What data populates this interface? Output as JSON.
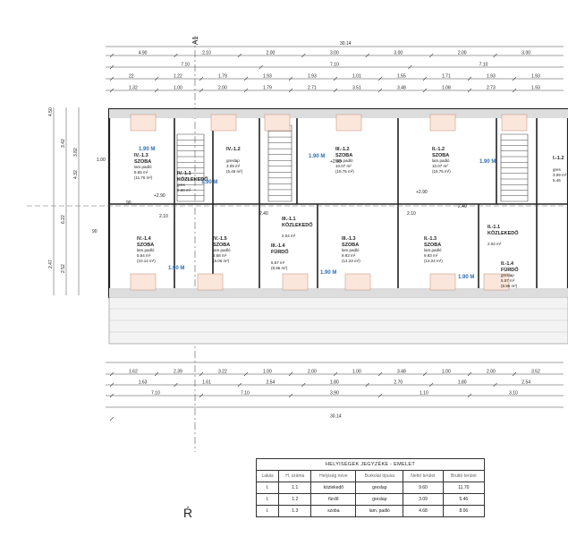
{
  "axis": {
    "label": "A1",
    "north_mark": "Ŕ"
  },
  "overall_dim": "30.14",
  "top_dims": {
    "row1": [
      "4.90",
      "2.10",
      "2.00",
      "3.00",
      "3.00",
      "2.00",
      "3.00"
    ],
    "row2": [
      "7.10",
      "7.10",
      "7.10"
    ],
    "row3": [
      "22",
      "1.22",
      "1.79",
      "1.93",
      "1.93",
      "1.01",
      "1.55",
      "1.71",
      "1.93",
      "1.93"
    ],
    "row4": [
      "1.32",
      "1.00",
      "2.00",
      "1.79",
      "2.71",
      "3.51",
      "3.48",
      "1.08",
      "2.73",
      "1.93"
    ]
  },
  "left_dims": [
    "4.50",
    "3.42",
    "3.82",
    "2.47",
    "2.52",
    "4.32",
    "6.22"
  ],
  "bottom_dims": {
    "row1": [
      "1.62",
      "2.39",
      "3.22",
      "1.00",
      "2.00",
      "1.00",
      "3.48",
      "1.00",
      "2.00",
      "3.52"
    ],
    "row2": [
      "1.63",
      "1.61",
      "2.54",
      "1.80",
      "2.70",
      "1.80",
      "2.54"
    ],
    "row3": [
      "7.10",
      "7.10",
      "3.90",
      "1.10",
      "3.10"
    ],
    "row4": [
      "30.14"
    ]
  },
  "rooms": [
    {
      "id": "IV.-1.3",
      "type": "SZOBA",
      "floor": "lam.padló",
      "net": "8.65 m²",
      "gross": "(11.76 m²)"
    },
    {
      "id": "IV.-1.1",
      "type": "KÖZLEKEDŐ",
      "floor": "gres",
      "net": "9.60 m²",
      "gross": ""
    },
    {
      "id": "IV.-1.2",
      "type": "",
      "floor": "greslap",
      "net": "3.09 m²",
      "gross": "(5.46 m²)"
    },
    {
      "id": "III.-1.2",
      "type": "SZOBA",
      "floor": "lam.padló",
      "net": "10.07 m²",
      "gross": "(15.75 m²)"
    },
    {
      "id": "II.-1.2",
      "type": "SZOBA",
      "floor": "lam.padló",
      "net": "10.07 m²",
      "gross": "(15.75 m²)"
    },
    {
      "id": "I.-1.2",
      "type": "",
      "floor": "gres",
      "net": "3.09 m²",
      "gross": "5.46"
    },
    {
      "id": "IV.-1.4",
      "type": "SZOBA",
      "floor": "lam.padló",
      "net": "5.64 m²",
      "gross": "(10.14 m²)"
    },
    {
      "id": "IV.-1.5",
      "type": "SZOBA",
      "floor": "lam.padló",
      "net": "4.68 m²",
      "gross": "(8.06 m²)"
    },
    {
      "id": "III.-1.1",
      "type": "KÖZLEKEDŐ",
      "floor": "",
      "net": "2.04 m²",
      "gross": ""
    },
    {
      "id": "III.-1.4",
      "type": "FÜRDŐ",
      "floor": "",
      "net": "5.57 m²",
      "gross": "(8.96 m²)"
    },
    {
      "id": "III.-1.3",
      "type": "SZOBA",
      "floor": "lam.padló",
      "net": "9.93 m²",
      "gross": "(14.23 m²)"
    },
    {
      "id": "II.-1.3",
      "type": "SZOBA",
      "floor": "lam.padló",
      "net": "9.93 m²",
      "gross": "(14.24 m²)"
    },
    {
      "id": "II.-1.1",
      "type": "KÖZLEKEDŐ",
      "floor": "",
      "net": "2.04 m²",
      "gross": ""
    },
    {
      "id": "II.-1.4",
      "type": "FÜRDŐ",
      "floor": "greslap",
      "net": "5.57 m²",
      "gross": "(8.96 m²)"
    }
  ],
  "height_marks": [
    "1.90 M",
    "1.90 M",
    "1.90 M",
    "1.90 M",
    "1.90 M",
    "1.90 M",
    "1.90 M"
  ],
  "misc_labels": {
    "stair_a": "2.10",
    "stair_b": "2.40",
    "stair_c": "2.10",
    "stair_d": "2.40",
    "lvl_a": "+2.90",
    "lvl_b": "+2.90",
    "lvl_c": "+2.90",
    "door_a": "90",
    "door_b": "90",
    "door_c": "1.00"
  },
  "table": {
    "title": "HELYISÉGEK JEGYZÉKE - EMELET",
    "headers": [
      "Lakás",
      "H. száma",
      "Helyiség neve",
      "Burkolat típusa",
      "Nettó terület",
      "Bruttó terület"
    ],
    "rows": [
      [
        "I.",
        "1.1",
        "közlekedő",
        "greslap",
        "9.60",
        "11.70"
      ],
      [
        "I.",
        "1.2",
        "fürdő",
        "greslap",
        "3.09",
        "5.46"
      ],
      [
        "I.",
        "1.3",
        "szoba",
        "lam. padló",
        "4.68",
        "8.06"
      ]
    ]
  }
}
